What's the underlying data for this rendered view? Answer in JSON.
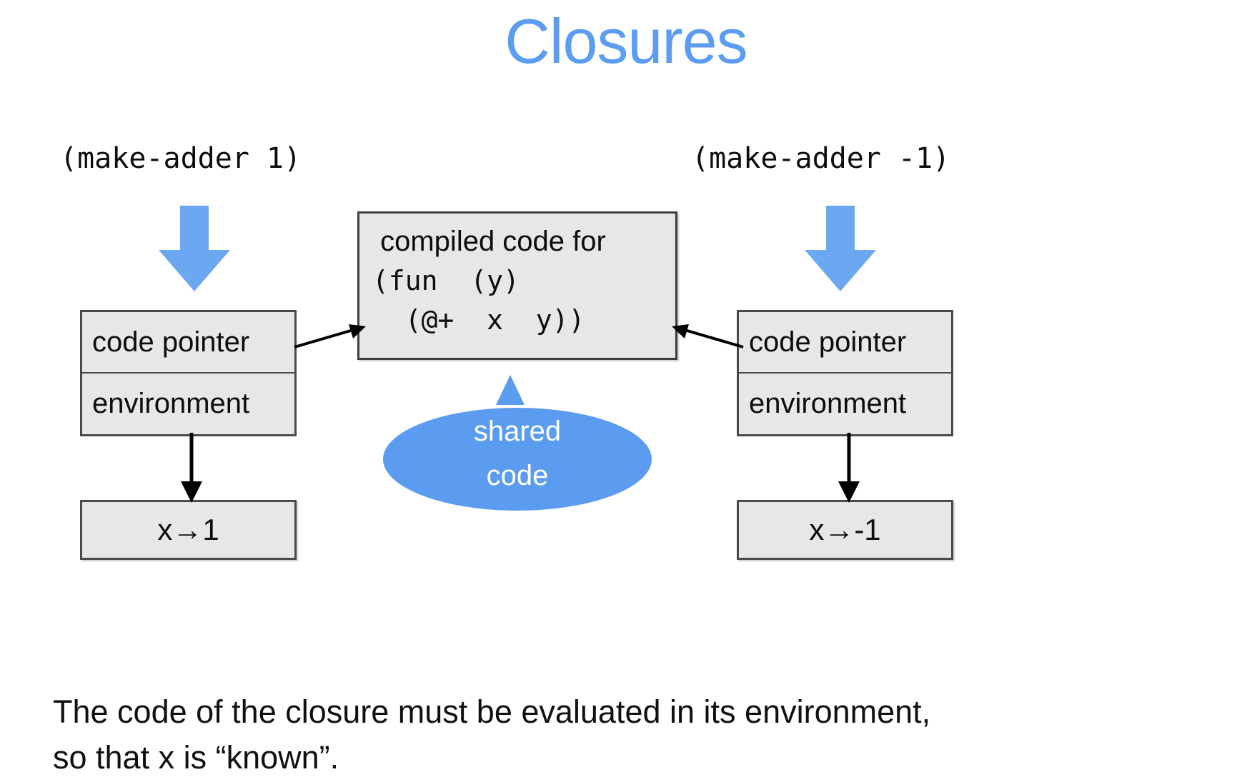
{
  "slide": {
    "title": "Closures",
    "title_color": "#5c9cf2",
    "background": "#ffffff"
  },
  "calls": {
    "left": "(make-adder 1)",
    "right": "(make-adder -1)"
  },
  "closures": {
    "left": {
      "code_pointer_label": "code pointer",
      "environment_label": "environment",
      "binding": "x→1"
    },
    "right": {
      "code_pointer_label": "code pointer",
      "environment_label": "environment",
      "binding": "x→-1"
    }
  },
  "code_box": {
    "line1": " compiled code for",
    "line2": "(fun  (y)",
    "line3": "  (@+  x  y))",
    "fill_color": "#e7e7e7",
    "border_color": "#3d3d3d"
  },
  "callout": {
    "line1": "shared",
    "line2": "code",
    "fill_color": "#5b9bf0",
    "text_color": "#ffffff"
  },
  "arrows": {
    "fat_arrow_color": "#6ca8f2",
    "connector_color": "#000000"
  },
  "caption": {
    "line1": "The code of the closure must be evaluated in its environment,",
    "line2": "so that x is “known”."
  }
}
